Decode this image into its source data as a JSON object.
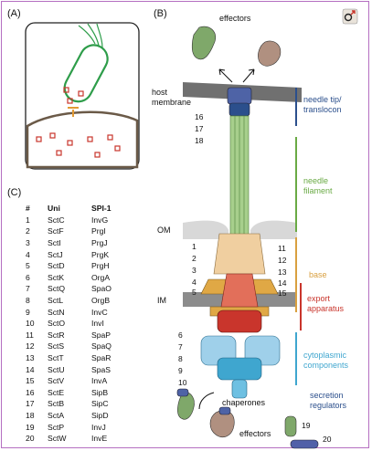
{
  "panels": {
    "a": "(A)",
    "b": "(B)",
    "c": "(C)"
  },
  "labels": {
    "effectors_top": "effectors",
    "host_membrane": [
      "host",
      "membrane"
    ],
    "om": "OM",
    "im": "IM",
    "chaperones": "chaperones",
    "effectors_bottom": "effectors"
  },
  "categories": {
    "needle_tip": [
      "needle tip/",
      "translocon"
    ],
    "needle_filament": [
      "needle",
      "filament"
    ],
    "base": "base",
    "export_apparatus": [
      "export",
      "apparatus"
    ],
    "cytoplasmic": [
      "cytoplasmic",
      "components"
    ],
    "secretion_regulators": [
      "secretion",
      "regulators"
    ]
  },
  "colors": {
    "needle_tip": "#2b4f8c",
    "needle_filament": "#6aaa45",
    "base": "#d9a040",
    "export_apparatus": "#c9352c",
    "cytoplasmic": "#3fa6cf",
    "secretion_regulators": "#2b4f8c",
    "frame": "#b56fc1",
    "bacterium": "#2e9d4a",
    "host_cell": "#6b5a48"
  },
  "callouts_left": [
    "16",
    "17",
    "18",
    "1",
    "2",
    "3",
    "4",
    "5",
    "6",
    "7",
    "8",
    "9",
    "10"
  ],
  "callouts_right": [
    "11",
    "12",
    "13",
    "14",
    "15",
    "19",
    "20"
  ],
  "table": {
    "headers": [
      "#",
      "Uni",
      "SPI-1"
    ],
    "rows": [
      [
        "1",
        "SctC",
        "InvG"
      ],
      [
        "2",
        "SctF",
        "PrgI"
      ],
      [
        "3",
        "SctI",
        "PrgJ"
      ],
      [
        "4",
        "SctJ",
        "PrgK"
      ],
      [
        "5",
        "SctD",
        "PrgH"
      ],
      [
        "6",
        "SctK",
        "OrgA"
      ],
      [
        "7",
        "SctQ",
        "SpaO"
      ],
      [
        "8",
        "SctL",
        "OrgB"
      ],
      [
        "9",
        "SctN",
        "InvC"
      ],
      [
        "10",
        "SctO",
        "InvI"
      ],
      [
        "11",
        "SctR",
        "SpaP"
      ],
      [
        "12",
        "SctS",
        "SpaQ"
      ],
      [
        "13",
        "SctT",
        "SpaR"
      ],
      [
        "14",
        "SctU",
        "SpaS"
      ],
      [
        "15",
        "SctV",
        "InvA"
      ],
      [
        "16",
        "SctE",
        "SipB"
      ],
      [
        "17",
        "SctB",
        "SipC"
      ],
      [
        "18",
        "SctA",
        "SipD"
      ],
      [
        "19",
        "SctP",
        "InvJ"
      ],
      [
        "20",
        "SctW",
        "InvE"
      ]
    ]
  }
}
